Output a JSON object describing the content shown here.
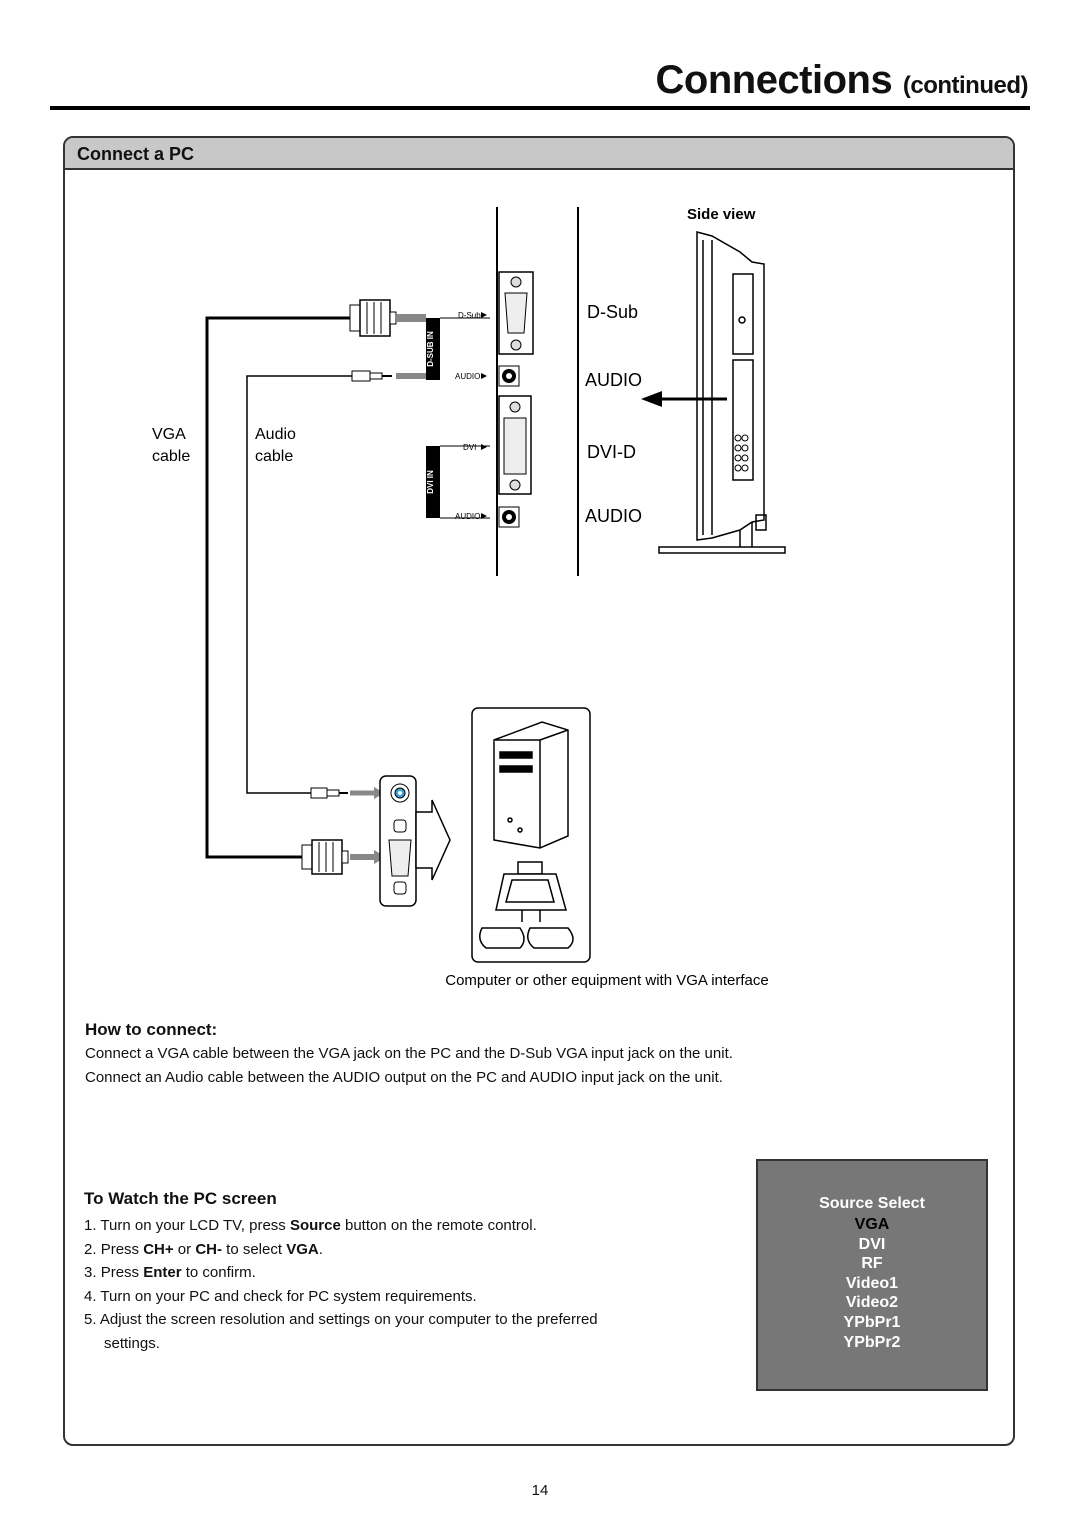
{
  "header": {
    "title": "Connections",
    "title_suffix": "(continued)"
  },
  "panel": {
    "title": "Connect a PC"
  },
  "diagram": {
    "side_view_label": "Side view",
    "ports": {
      "dsub": "D-Sub",
      "audio1": "AUDIO",
      "dvid": "DVI-D",
      "audio2": "AUDIO"
    },
    "panel_labels": {
      "dsub_small": "D-Sub",
      "audio_small_1": "AUDIO",
      "dvi_small": "DVI",
      "audio_small_2": "AUDIO",
      "dsub_in": "D-SUB IN",
      "dvi_in": "DVI IN"
    },
    "cables": {
      "vga_line1": "VGA",
      "vga_line2": "cable",
      "audio_line1": "Audio",
      "audio_line2": "cable"
    },
    "computer_caption": "Computer or other equipment with VGA interface"
  },
  "how_to_connect": {
    "heading": "How to connect:",
    "paragraphs": [
      "Connect a VGA cable between the VGA jack on the PC and the D-Sub VGA input jack on the unit.",
      "Connect an Audio cable between the AUDIO output on the PC and AUDIO input jack on the unit."
    ]
  },
  "watch": {
    "heading": "To Watch the PC screen",
    "steps": [
      {
        "num": "1.",
        "pre": "Turn on your LCD TV, press ",
        "b1": "Source",
        "mid": " button on the remote control.",
        "b2": "",
        "post": ""
      },
      {
        "num": "2.",
        "pre": "Press ",
        "b1": "CH+",
        "mid": " or ",
        "b2": "CH-",
        "post": " to select ",
        "b3": "VGA",
        "end": "."
      },
      {
        "num": "3.",
        "pre": "Press ",
        "b1": "Enter",
        "mid": " to confirm.",
        "b2": "",
        "post": ""
      },
      {
        "num": "4.",
        "text": "Turn on your PC and check for PC system requirements."
      },
      {
        "num": "5.",
        "text": "Adjust the screen resolution and settings on your computer to the preferred settings."
      }
    ]
  },
  "osd": {
    "title": "Source Select",
    "items": [
      "VGA",
      "DVI",
      "RF",
      "Video1",
      "Video2",
      "YPbPr1",
      "YPbPr2"
    ],
    "selected_index": 0
  },
  "footer": {
    "page_number": "14"
  }
}
